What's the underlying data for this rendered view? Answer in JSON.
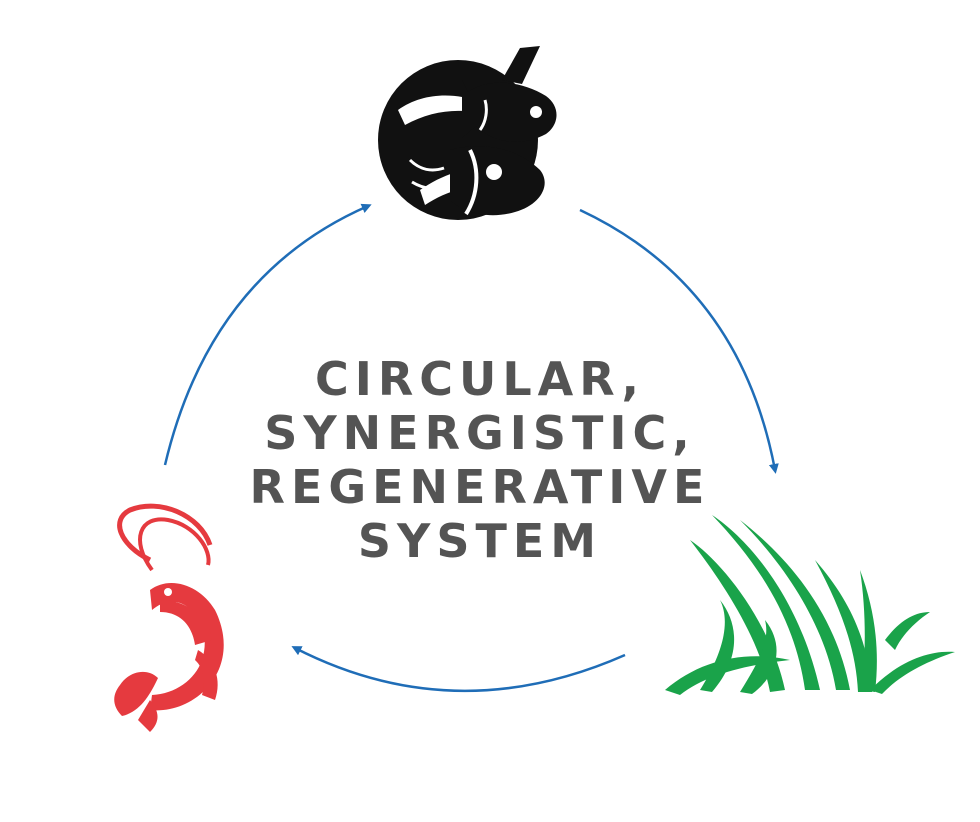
{
  "title_lines": [
    "CIRCULAR,",
    "SYNERGISTIC,",
    "REGENERATIVE",
    "SYSTEM"
  ],
  "nodes": [
    {
      "name": "fish",
      "icon": "fish-icon",
      "color": "#111111"
    },
    {
      "name": "seaweed",
      "icon": "seaweed-icon",
      "color": "#1aa34a"
    },
    {
      "name": "shrimp",
      "icon": "shrimp-icon",
      "color": "#e53a3f"
    }
  ],
  "colors": {
    "arrow": "#1f6db7",
    "text": "#545454"
  },
  "flow": [
    "fish",
    "seaweed",
    "shrimp",
    "fish"
  ]
}
